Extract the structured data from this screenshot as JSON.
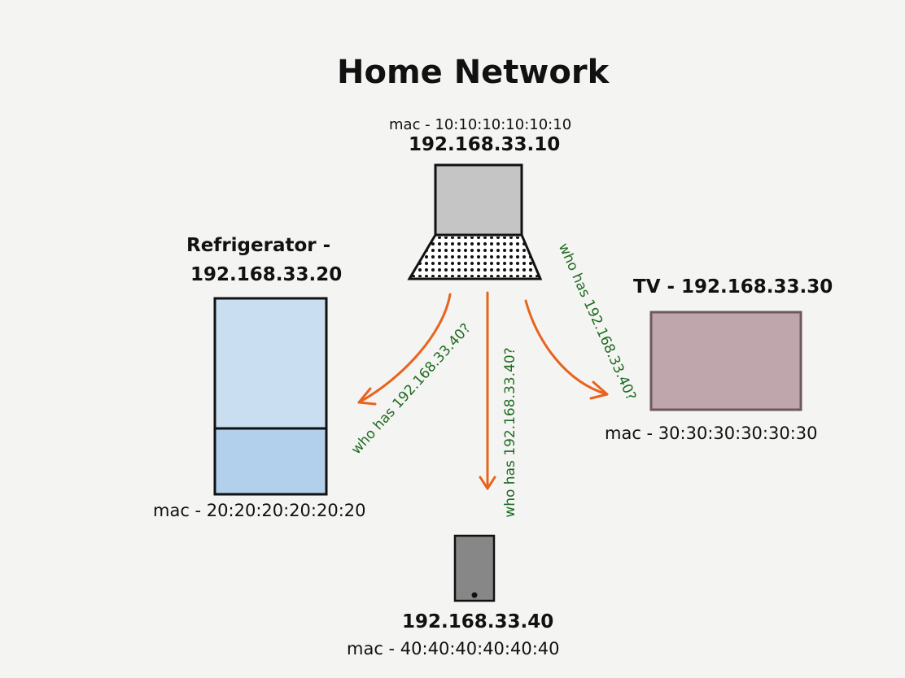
{
  "title": "Home Network",
  "laptop": {
    "mac": "mac - 10:10:10:10:10:10",
    "ip": "192.168.33.10"
  },
  "refrigerator": {
    "name": "Refrigerator -",
    "ip": "192.168.33.20",
    "mac": "mac - 20:20:20:20:20:20"
  },
  "tv": {
    "name_ip": "TV - 192.168.33.30",
    "mac": "mac - 30:30:30:30:30:30"
  },
  "phone": {
    "ip": "192.168.33.40",
    "mac": "mac - 40:40:40:40:40:40"
  },
  "broadcast": {
    "to_refrigerator": "who has 192.168.33.40?",
    "to_phone": "who has 192.168.33.40?",
    "to_tv": "who has 192.168.33.40?"
  },
  "colors": {
    "arrow": "#e8641e",
    "query_text": "#1f6b1f",
    "fridge_top": "#c9def0",
    "fridge_bottom": "#b2d0eb",
    "tv_screen": "#bfa6ad",
    "tv_border": "#6e5860",
    "laptop_screen": "#c5c5c5",
    "phone_body": "#878787"
  }
}
